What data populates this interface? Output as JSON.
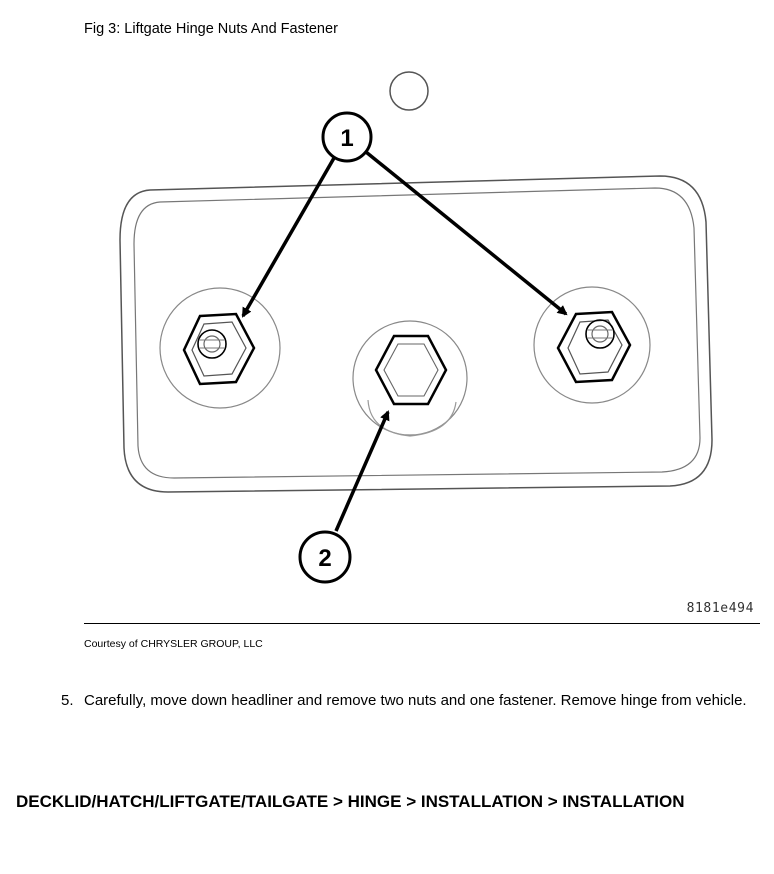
{
  "figure": {
    "title": "Fig 3: Liftgate Hinge Nuts And Fastener",
    "callouts": [
      "1",
      "2"
    ],
    "code": "8181e494",
    "credit": "Courtesy of CHRYSLER GROUP, LLC"
  },
  "steps": [
    {
      "number": "5.",
      "text": "Carefully, move down headliner and remove two nuts and one fastener. Remove hinge from vehicle."
    }
  ],
  "section_heading": "DECKLID/HATCH/LIFTGATE/TAILGATE > HINGE > INSTALLATION > INSTALLATION"
}
